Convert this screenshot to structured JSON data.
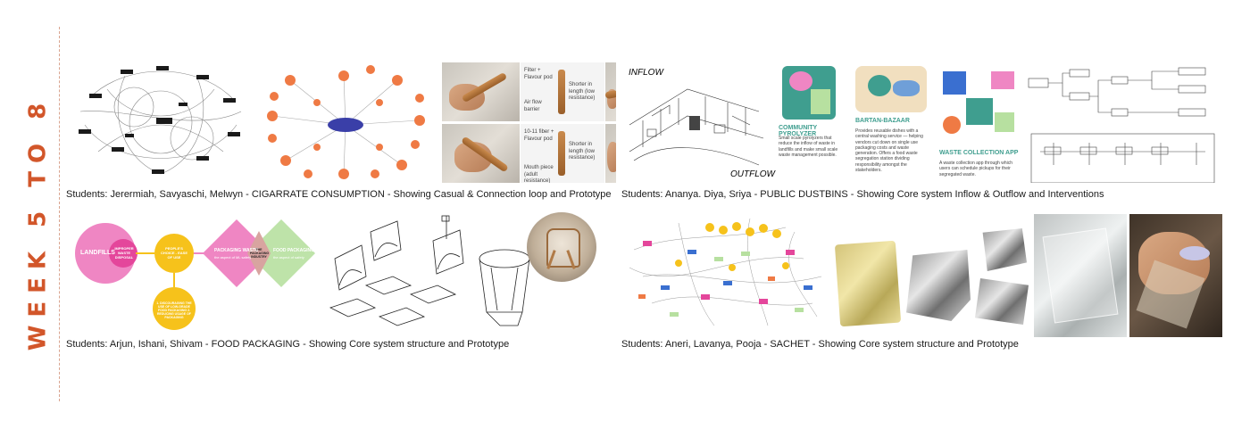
{
  "side_title": "WEEK 5 TO 8",
  "colors": {
    "accent": "#d2562a",
    "pink": "#ef86c3",
    "yellow": "#f6c21b",
    "green": "#b7e0a0",
    "teal": "#3f9e8f",
    "orange": "#ef7a44"
  },
  "projects": [
    {
      "caption": "Students:  Jerermiah, Savyaschi, Melwyn - CIGARRATE CONSUMPTION - Showing Casual & Connection loop and Prototype",
      "prototype_labels": {
        "top_left": "Filter + Flavour pod",
        "top_mid": "Air flow barrier",
        "top_right": "Shorter in length (low resistance)",
        "bottom_left": "10-11 fiber + Flavour pod",
        "bottom_right": "Shorter in length (low resistance)",
        "bottom_foot": "Mouth piece (adult resistance)"
      }
    },
    {
      "caption": "Students:  Ananya. Diya, Sriya - PUBLIC DUSTBINS - Showing Core system Inflow & Outflow and Interventions",
      "sketch_labels": {
        "inflow": "INFLOW",
        "outflow": "OUTFLOW"
      },
      "interventions": [
        {
          "title": "COMMUNITY PYROLYZER",
          "text": "Small scale pyrolyzers that reduce the inflow of waste in landfills and make small scale waste management possible."
        },
        {
          "title": "BARTAN-BAZAAR",
          "text": "Provides reusable dishes with a central washing service — helping vendors cut down on single use packaging costs and waste generation. Offers a food waste segregation station dividing responsibility amongst the stakeholders."
        },
        {
          "title": "WASTE COLLECTION APP",
          "text": "A waste collection app through which users can schedule pickups for their segregated waste."
        }
      ]
    },
    {
      "caption": "Students:  Arjun, Ishani, Shivam - FOOD PACKAGING - Showing Core system structure and Prototype",
      "nodes": {
        "landfills": "LANDFILLS",
        "improper": "IMPROPER WASTE DISPOSAL",
        "middle": "PEOPLE'S CHOICE - EASE OF USE",
        "packaging_waste": "PACKAGING WASTE",
        "packaging_waste_sub": "the aspect of ML safety",
        "overlap": "THE PACKAGING INDUSTRY",
        "food_packaging": "FOOD PACKAGING",
        "food_packaging_sub": "the aspect of safety",
        "bottom": "1. DISCOURAGING THE USE OF LOW-GRADE FOOD PACKAGING 2. REDUCING USAGE OF PACKAGING"
      }
    },
    {
      "caption": "Students:  Aneri, Lavanya, Pooja - SACHET - Showing Core system structure and Prototype"
    }
  ]
}
